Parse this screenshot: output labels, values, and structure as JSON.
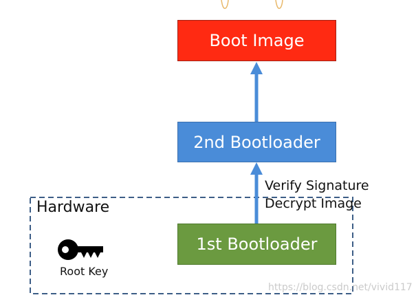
{
  "diagram": {
    "boxes": {
      "boot_image": "Boot Image",
      "second_bootloader": "2nd Bootloader",
      "first_bootloader": "1st Bootloader"
    },
    "hardware_label": "Hardware",
    "verify_label": "Verify Signature",
    "decrypt_label": "Decrypt Image",
    "root_key_label": "Root Key",
    "key_icon": "key-icon"
  },
  "watermark": "https://blog.csdn.net/vivid117",
  "colors": {
    "boot_image": "#ff2a12",
    "second_bootloader": "#4a8cd8",
    "first_bootloader": "#6b9a40",
    "arrow": "#4a8cd8",
    "hardware_border": "#3c5d86"
  }
}
